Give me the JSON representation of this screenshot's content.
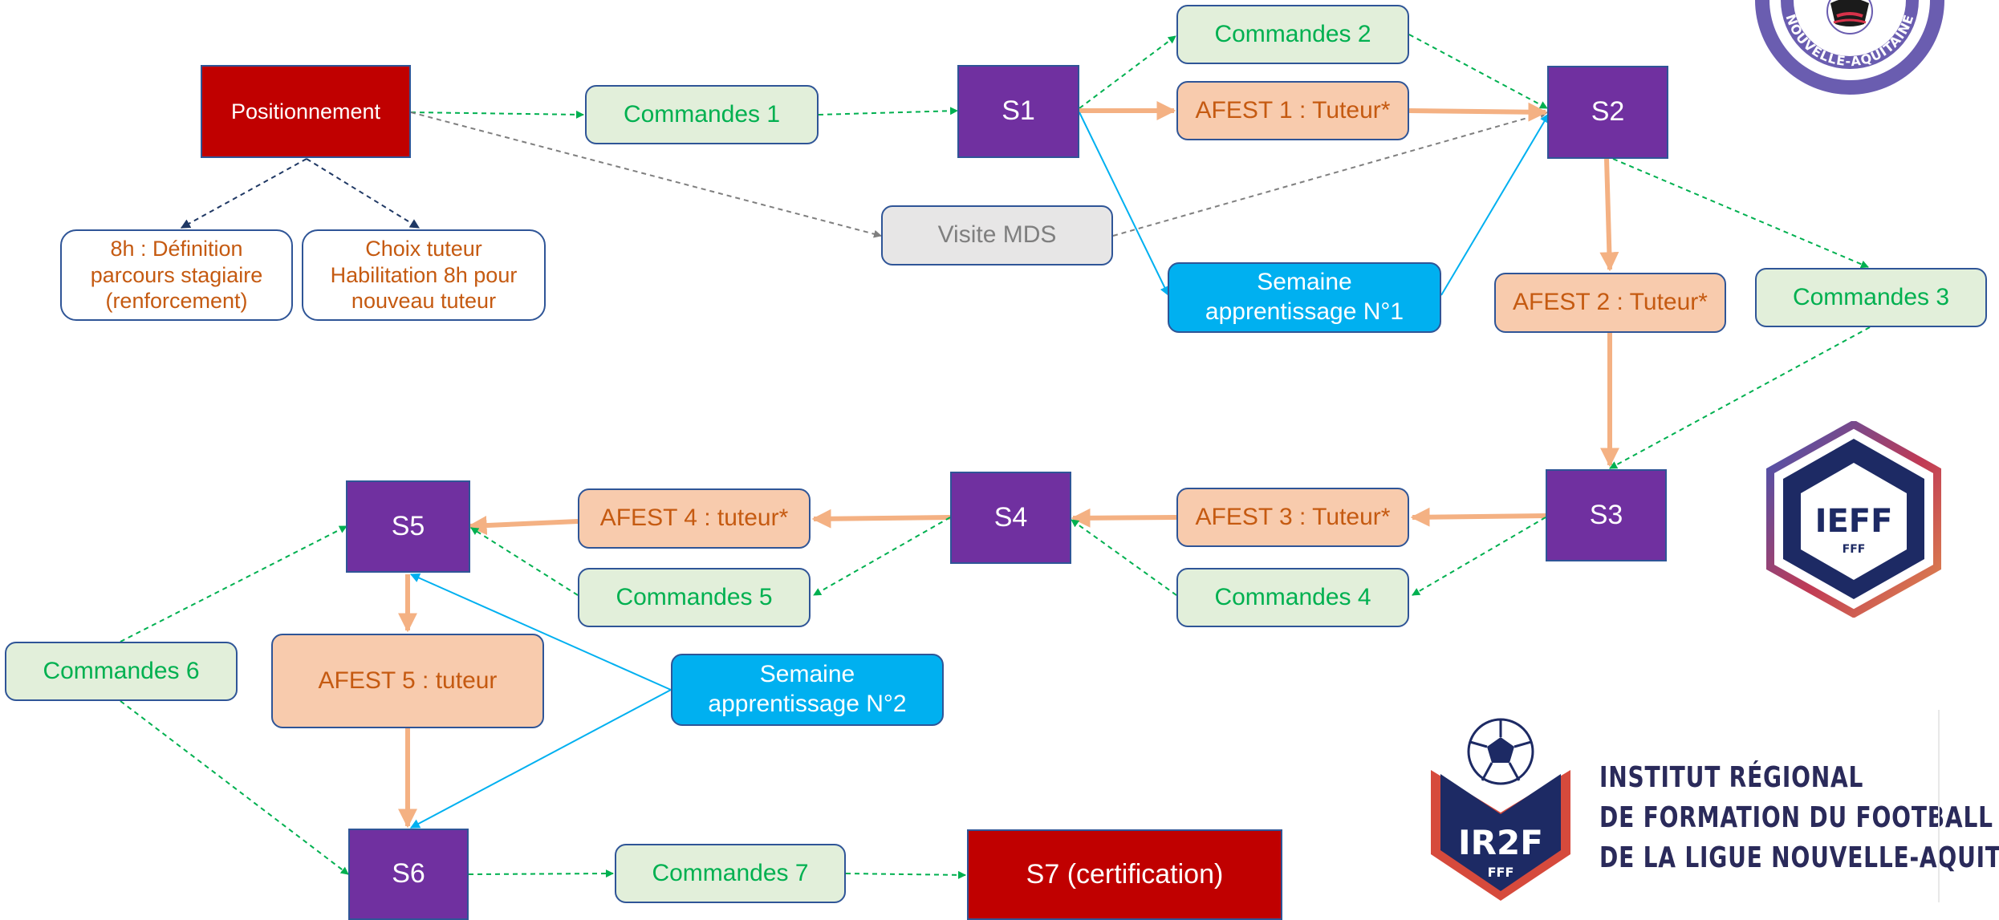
{
  "nodes": {
    "positionnement": "Positionnement",
    "definition": [
      "8h : Définition",
      "parcours stagiaire",
      "(renforcement)"
    ],
    "choix_tuteur": [
      "Choix tuteur",
      "Habilitation 8h pour",
      "nouveau tuteur"
    ],
    "commandes_1": "Commandes 1",
    "visite_mds": "Visite MDS",
    "s1": "S1",
    "commandes_2": "Commandes 2",
    "afest_1": "AFEST 1 : Tuteur*",
    "semaine_1": [
      "Semaine",
      "apprentissage N°1"
    ],
    "s2": "S2",
    "afest_2": "AFEST 2 : Tuteur*",
    "commandes_3": "Commandes 3",
    "s3": "S3",
    "afest_3": "AFEST 3 : Tuteur*",
    "commandes_4": "Commandes 4",
    "s4": "S4",
    "afest_4": "AFEST 4 : tuteur*",
    "commandes_5": "Commandes 5",
    "s5": "S5",
    "commandes_6": "Commandes 6",
    "afest_5": "AFEST 5 : tuteur",
    "semaine_2": [
      "Semaine",
      "apprentissage N°2"
    ],
    "s6": "S6",
    "commandes_7": "Commandes 7",
    "s7": "S7 (certification)"
  },
  "logos": {
    "ligue_text": "NOUVELLE-AQUITAINE",
    "ieff_text": "IEFF",
    "ieff_sub": "FFF",
    "ir2f_badge": "IR2F",
    "ir2f_badge_sub": "FFF",
    "ir2f_lines": [
      "INSTITUT RÉGIONAL",
      "DE FORMATION DU FOOTBALL",
      "DE LA LIGUE NOUVELLE-AQUITAINE"
    ]
  },
  "colors": {
    "session_purple": "#7030a0",
    "milestone_red": "#c00000",
    "commandes_green": "#00b050",
    "afest_orange": "#f4b183",
    "semaine_blue": "#00b0f0",
    "visite_grey": "#7f7f7f",
    "outline_navy": "#2f5597"
  }
}
